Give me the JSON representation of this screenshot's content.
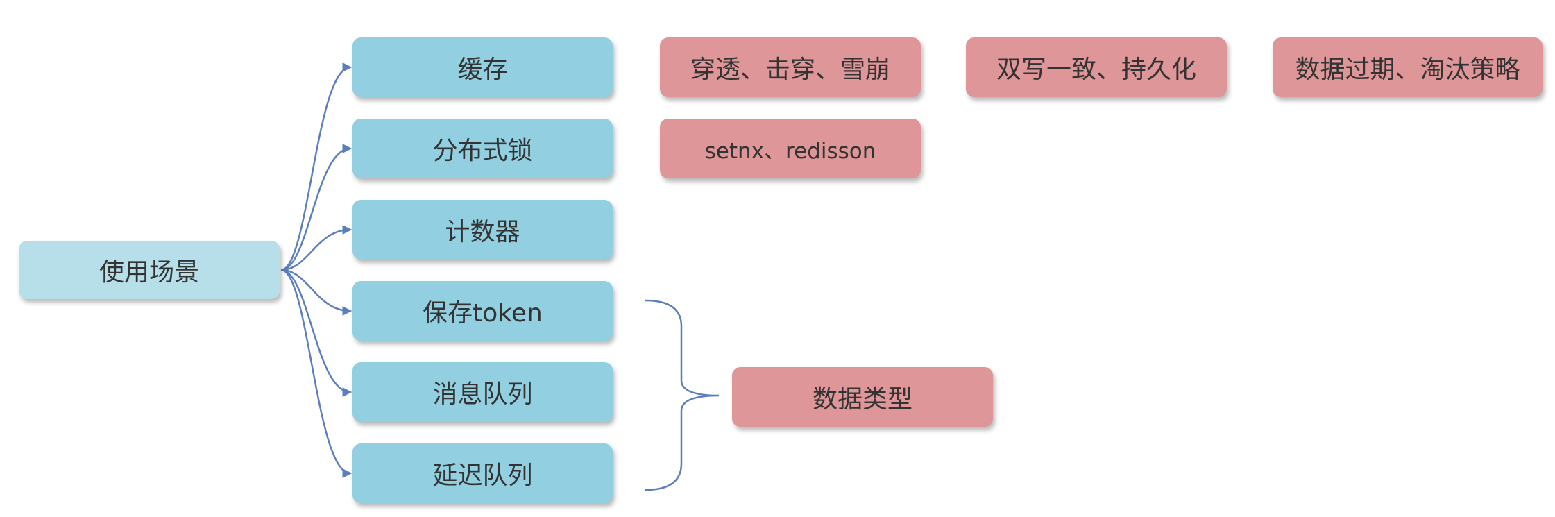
{
  "root": {
    "label": "使用场景"
  },
  "scenarios": [
    {
      "label": "缓存"
    },
    {
      "label": "分布式锁"
    },
    {
      "label": "计数器"
    },
    {
      "label": "保存token"
    },
    {
      "label": "消息队列"
    },
    {
      "label": "延迟队列"
    }
  ],
  "cache_topics": [
    {
      "label": "穿透、击穿、雪崩"
    },
    {
      "label": "双写一致、持久化"
    },
    {
      "label": "数据过期、淘汰策略"
    }
  ],
  "lock_topics": [
    {
      "label": "setnx、redisson"
    }
  ],
  "grouped_topic": {
    "label": "数据类型"
  },
  "colors": {
    "root_fill": "#b6dfea",
    "scenario_fill": "#92cfe0",
    "topic_fill": "#df9699",
    "connector": "#5b7fbd"
  }
}
